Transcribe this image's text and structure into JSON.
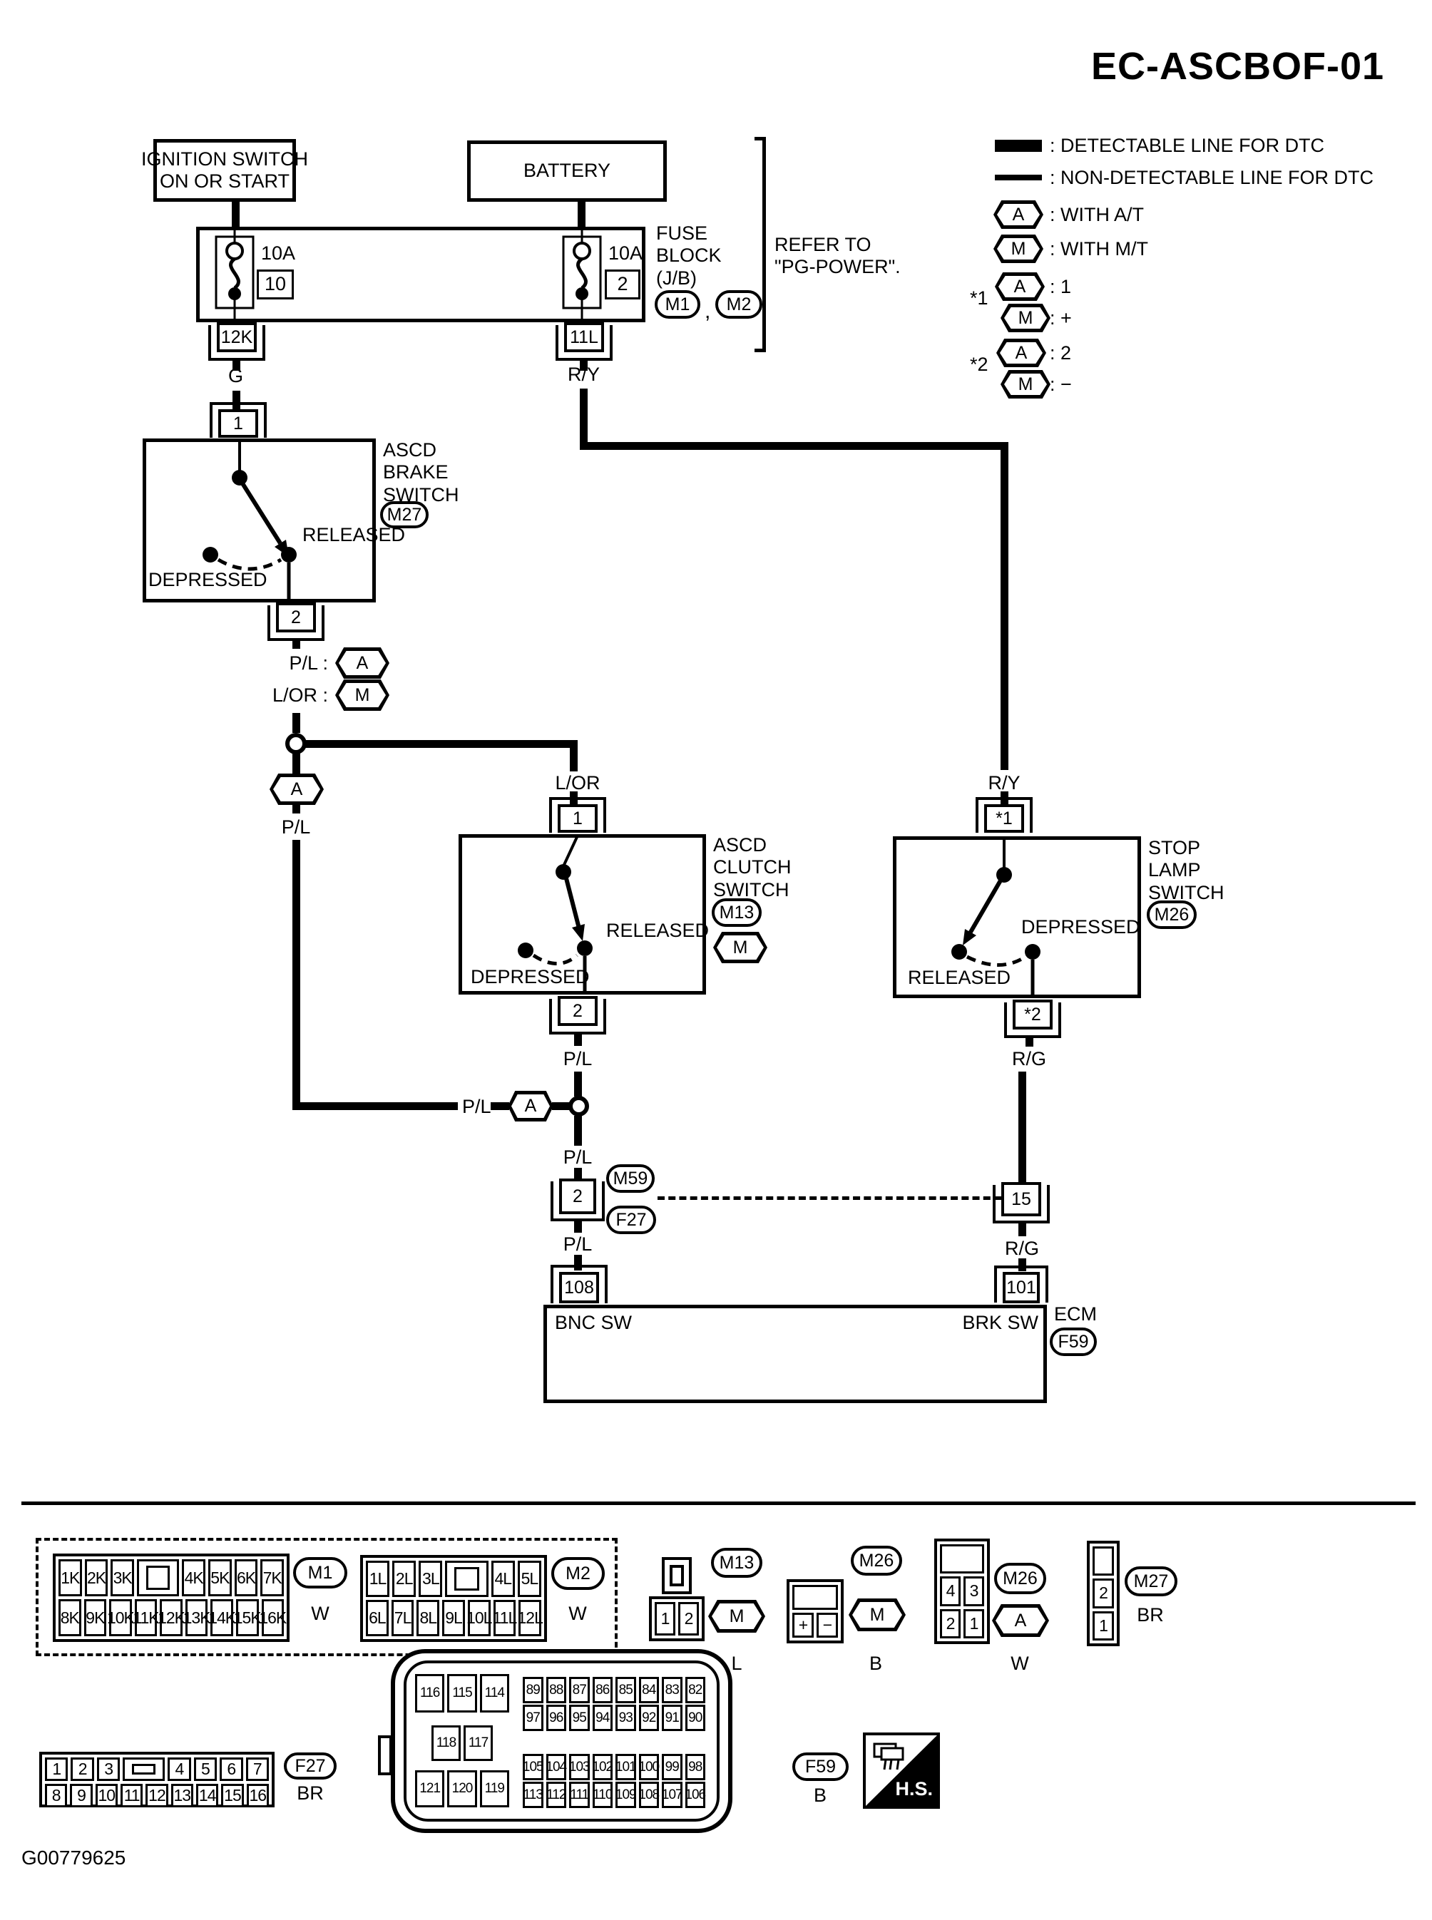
{
  "title": "EC-ASCBOF-01",
  "legend": {
    "detectable": ": DETECTABLE LINE FOR DTC",
    "non_detectable": ": NON-DETECTABLE LINE FOR DTC",
    "hex_a": "A",
    "hex_m": "M",
    "with_at": ": WITH A/T",
    "with_mt": ": WITH M/T",
    "star1": "*1",
    "star1_a_val": ": 1",
    "star1_m_val": ": +",
    "star2": "*2",
    "star2_a_val": ": 2",
    "star2_m_val": ": −"
  },
  "power": {
    "ignition": "IGNITION SWITCH\nON OR START",
    "battery": "BATTERY",
    "fuse_block": "FUSE\nBLOCK\n(J/B)",
    "m1": "M1",
    "comma": ",",
    "m2": "M2",
    "refer": "REFER TO\n\"PG-POWER\".",
    "fuse1": {
      "amps": "10A",
      "slot": "10",
      "conn": "12K",
      "wire": "G"
    },
    "fuse2": {
      "amps": "10A",
      "slot": "2",
      "conn": "11L",
      "wire": "R/Y"
    }
  },
  "brake_switch": {
    "name": "ASCD\nBRAKE\nSWITCH",
    "ref": "M27",
    "t1": "1",
    "t2": "2",
    "released": "RELEASED",
    "depressed": "DEPRESSED",
    "at_wire": "P/L :",
    "at_tag": "A",
    "mt_wire": "L/OR :",
    "mt_tag": "M",
    "branch_tag": "A",
    "branch_wire": "P/L"
  },
  "clutch_switch": {
    "name": "ASCD\nCLUTCH\nSWITCH",
    "ref": "M13",
    "tag": "M",
    "t1": "1",
    "t2": "2",
    "wire_top": "L/OR",
    "wire_bottom": "P/L",
    "released": "RELEASED",
    "depressed": "DEPRESSED"
  },
  "stop_lamp_switch": {
    "name": "STOP\nLAMP\nSWITCH",
    "ref": "M26",
    "t1": "*1",
    "t2": "*2",
    "wire_top": "R/Y",
    "wire_bottom": "R/G",
    "released": "RELEASED",
    "depressed": "DEPRESSED"
  },
  "junction": {
    "left_wire": "P/L",
    "left_tag": "A",
    "above_conn": "P/L",
    "conn": "2",
    "ref_top": "M59",
    "ref_bottom": "F27",
    "below_conn": "P/L",
    "ecm_term_left": "108",
    "right_conn": "15",
    "right_wire": "R/G",
    "ecm_term_right": "101"
  },
  "ecm": {
    "bnc": "BNC SW",
    "brk": "BRK SW",
    "name": "ECM",
    "ref": "F59"
  },
  "bottom": {
    "m1": {
      "rows": [
        [
          "1K",
          "2K",
          "3K",
          "",
          "4K",
          "5K",
          "6K",
          "7K"
        ],
        [
          "8K",
          "9K",
          "10K",
          "11K",
          "12K",
          "13K",
          "14K",
          "15K",
          "16K"
        ]
      ],
      "ref": "M1",
      "color": "W"
    },
    "m2": {
      "rows": [
        [
          "1L",
          "2L",
          "3L",
          "",
          "4L",
          "5L"
        ],
        [
          "6L",
          "7L",
          "8L",
          "9L",
          "10L",
          "11L",
          "12L"
        ]
      ],
      "ref": "M2",
      "color": "W"
    },
    "m13": {
      "rows": [
        [
          "1",
          "2"
        ]
      ],
      "ref": "M13",
      "tag": "M",
      "color": "L"
    },
    "m26b": {
      "rows": [
        [
          " "
        ],
        [
          "+",
          "−"
        ]
      ],
      "ref": "M26",
      "tag": "M",
      "color": "B"
    },
    "m26w": {
      "rows": [
        [
          " "
        ],
        [
          "4",
          "3"
        ],
        [
          "2",
          "1"
        ]
      ],
      "ref": "M26",
      "tag": "A",
      "color": "W"
    },
    "m27": {
      "rows": [
        [
          " "
        ],
        [
          "2"
        ],
        [
          "1"
        ]
      ],
      "ref": "M27",
      "color": "BR"
    },
    "f27": {
      "rows": [
        [
          "1",
          "2",
          "3",
          "",
          "4",
          "5",
          "6",
          "7"
        ],
        [
          "8",
          "9",
          "10",
          "11",
          "12",
          "13",
          "14",
          "15",
          "16"
        ]
      ],
      "ref": "F27",
      "color": "BR"
    },
    "f59": {
      "g1": {
        "rows": [
          [
            "116",
            "115",
            "114"
          ]
        ]
      },
      "g2": {
        "rows": [
          [
            "118",
            "117"
          ]
        ]
      },
      "g3": {
        "rows": [
          [
            "121",
            "120",
            "119"
          ]
        ]
      },
      "g4": {
        "rows": [
          [
            "89",
            "88",
            "87",
            "86",
            "85",
            "84",
            "83",
            "82"
          ],
          [
            "97",
            "96",
            "95",
            "94",
            "93",
            "92",
            "91",
            "90"
          ]
        ]
      },
      "g5": {
        "rows": [
          [
            "105",
            "104",
            "103",
            "102",
            "101",
            "100",
            "99",
            "98"
          ],
          [
            "113",
            "112",
            "111",
            "110",
            "109",
            "108",
            "107",
            "106"
          ]
        ]
      },
      "ref": "F59",
      "color": "B",
      "hs": "H.S."
    },
    "doc_number": "G00779625"
  }
}
